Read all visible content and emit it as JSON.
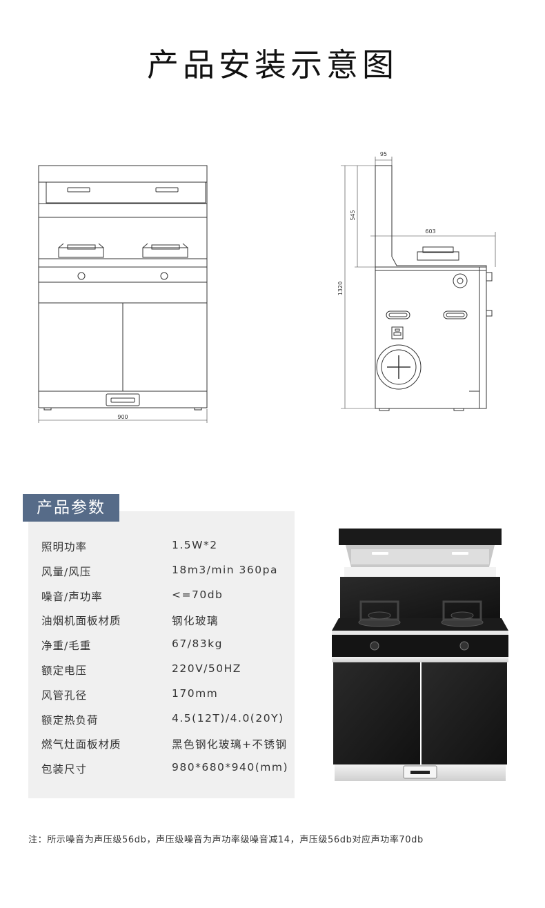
{
  "page_title": "产品安装示意图",
  "drawings": {
    "front_width_label": "900",
    "side_depth_top_label": "95",
    "side_backpanel_height_label": "545",
    "side_cooktop_depth_label": "603",
    "side_total_height_label": "1320"
  },
  "params": {
    "tab_label": "产品参数",
    "rows": [
      {
        "label": "照明功率",
        "value": "1.5W*2"
      },
      {
        "label": "风量/风压",
        "value": "18m3/min  360pa"
      },
      {
        "label": "噪音/声功率",
        "value": "<=70db"
      },
      {
        "label": "油烟机面板材质",
        "value": "钢化玻璃"
      },
      {
        "label": "净重/毛重",
        "value": "67/83kg"
      },
      {
        "label": "额定电压",
        "value": "220V/50HZ"
      },
      {
        "label": "风管孔径",
        "value": "170mm"
      },
      {
        "label": "额定热负荷",
        "value": "4.5(12T)/4.0(20Y)"
      },
      {
        "label": "燃气灶面板材质",
        "value": "黑色钢化玻璃+不锈钢"
      },
      {
        "label": "包装尺寸",
        "value": "980*680*940(mm)"
      }
    ]
  },
  "footnote": "注：所示噪音为声压级56db，声压级噪音为声功率级噪音减14，声压级56db对应声功率70db"
}
